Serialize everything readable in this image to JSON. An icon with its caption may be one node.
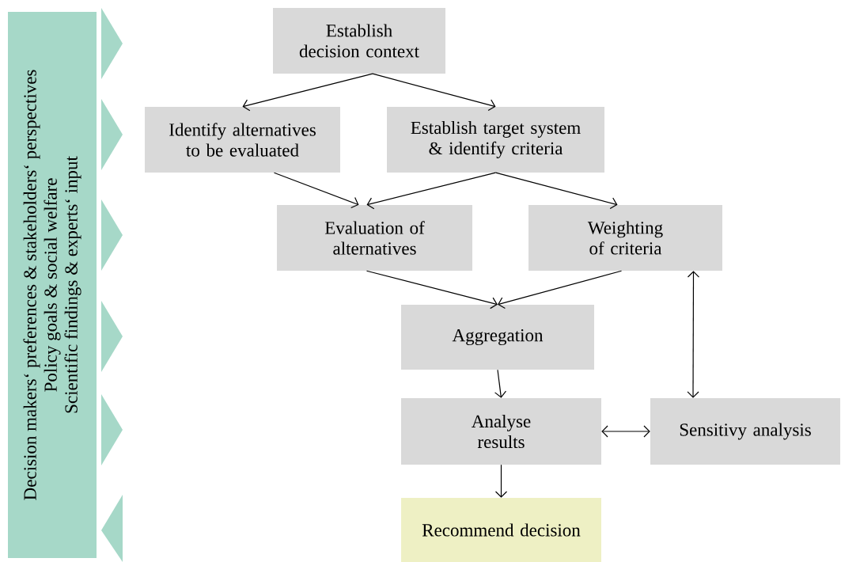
{
  "diagram": {
    "nodes": [
      {
        "text": [
          "Decision makers‘ preferences & stakeholders‘ perspectives",
          "Policy goals & social welfare",
          "Scientific findings & experts‘ input"
        ]
      },
      {
        "text": [
          "Establish decision context"
        ]
      },
      {
        "text": [
          "Identify alternatives to be evaluated"
        ]
      },
      {
        "text": [
          "Establish target system & identify criteria"
        ]
      },
      {
        "text": [
          "Evaluation of alternatives"
        ]
      },
      {
        "text": [
          "Weighting of criteria"
        ]
      },
      {
        "text": [
          "Aggregation"
        ]
      },
      {
        "text": [
          "Analyse results"
        ]
      },
      {
        "text": [
          "Sensitivy analysis"
        ]
      },
      {
        "text": [
          "Recommend decision"
        ]
      }
    ],
    "edges": [
      {
        "from": 1,
        "to": 2,
        "arrow": "to"
      },
      {
        "from": 1,
        "to": 3,
        "arrow": "to"
      },
      {
        "from": 2,
        "to": 4,
        "arrow": "to"
      },
      {
        "from": 3,
        "to": 4,
        "arrow": "to"
      },
      {
        "from": 3,
        "to": 5,
        "arrow": "to"
      },
      {
        "from": 4,
        "to": 6,
        "arrow": "to"
      },
      {
        "from": 5,
        "to": 6,
        "arrow": "to"
      },
      {
        "from": 6,
        "to": 7,
        "arrow": "to"
      },
      {
        "from": 7,
        "to": 8,
        "arrow": "both"
      },
      {
        "from": 5,
        "to": 8,
        "arrow": "both"
      },
      {
        "from": 7,
        "to": 9,
        "arrow": "to"
      }
    ]
  }
}
